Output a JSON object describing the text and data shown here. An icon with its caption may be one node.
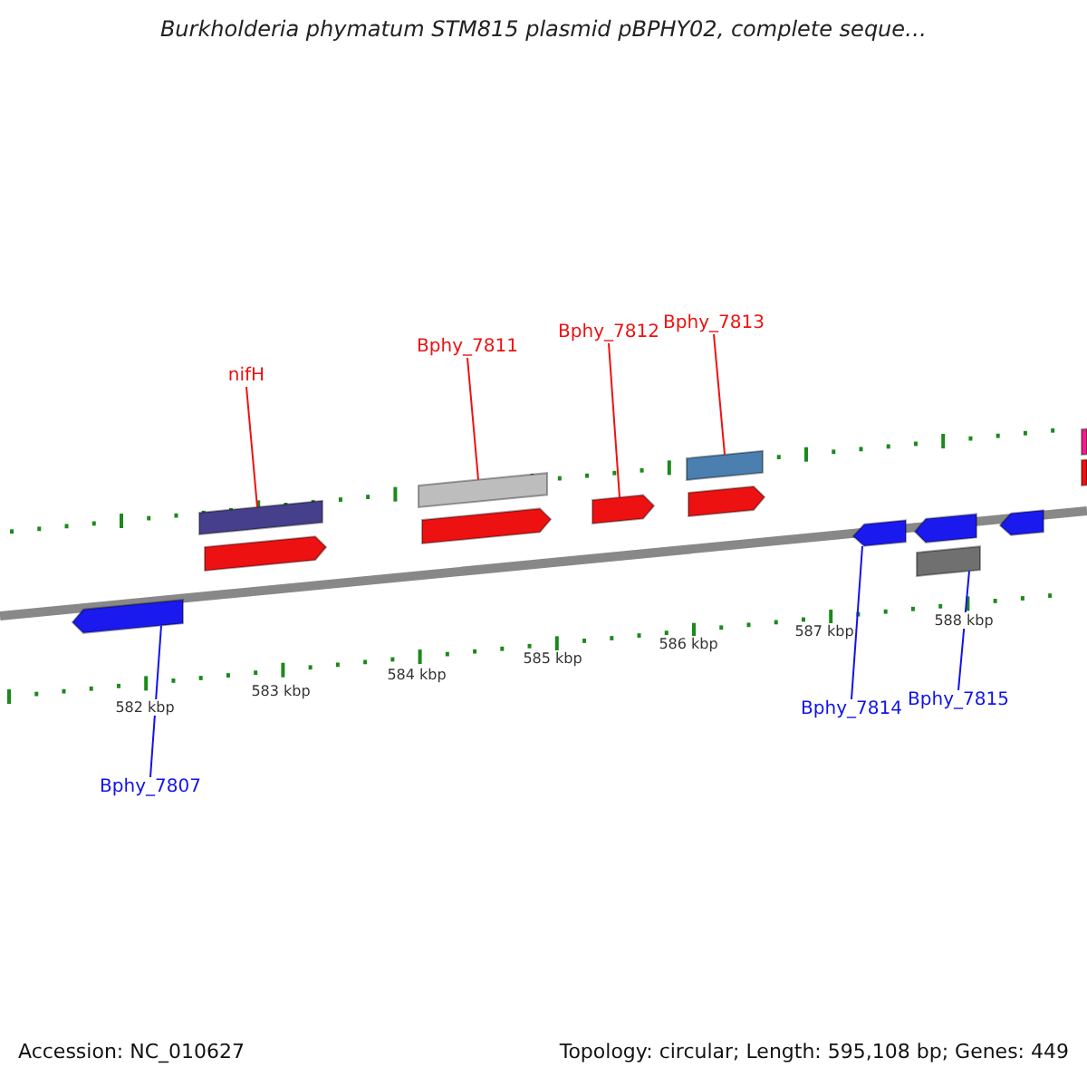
{
  "diagram": {
    "title": "Burkholderia phymatum STM815 plasmid pBPHY02, complete seque…",
    "nodes": [
      {
        "text": [
          "nifH"
        ]
      },
      {
        "text": [
          "Bphy_7811"
        ]
      },
      {
        "text": [
          "Bphy_7812"
        ]
      },
      {
        "text": [
          "Bphy_7813"
        ]
      },
      {
        "text": [
          "Bphy_7807"
        ]
      },
      {
        "text": [
          "Bphy_7814"
        ]
      },
      {
        "text": [
          "Bphy_7815"
        ]
      },
      {
        "text": [],
        "shape": "arrow"
      },
      {
        "text": [],
        "shape": "bar"
      },
      {
        "text": [],
        "shape": "arrow"
      },
      {
        "text": [],
        "shape": "bar"
      },
      {
        "text": [],
        "shape": "arrow"
      },
      {
        "text": [],
        "shape": "arrow"
      },
      {
        "text": [],
        "shape": "bar"
      },
      {
        "text": [],
        "shape": "arrow"
      },
      {
        "text": [],
        "shape": "arrow"
      },
      {
        "text": [],
        "shape": "arrow"
      },
      {
        "text": [],
        "shape": "bar"
      },
      {
        "text": [],
        "shape": "arrow"
      },
      {
        "text": [],
        "shape": "bar"
      },
      {
        "text": [],
        "shape": "bar"
      }
    ],
    "edges": [
      {
        "from": 0,
        "to": 8,
        "arrow": "none"
      },
      {
        "from": 1,
        "to": 10,
        "arrow": "none"
      },
      {
        "from": 2,
        "to": 12,
        "arrow": "none"
      },
      {
        "from": 3,
        "to": 13,
        "arrow": "none"
      },
      {
        "from": 4,
        "to": 7,
        "arrow": "none",
        "color": "#1111ee"
      },
      {
        "from": 5,
        "to": 15,
        "arrow": "none",
        "color": "#1111ee"
      },
      {
        "from": 6,
        "to": 17,
        "arrow": "none",
        "color": "#1111ee"
      }
    ],
    "labels": [
      "582 kbp",
      "583 kbp",
      "584 kbp",
      "585 kbp",
      "586 kbp",
      "587 kbp",
      "588 kbp",
      "Accession: NC_010627",
      "Topology: circular; Length: 595,108 bp; Genes: 449"
    ]
  }
}
